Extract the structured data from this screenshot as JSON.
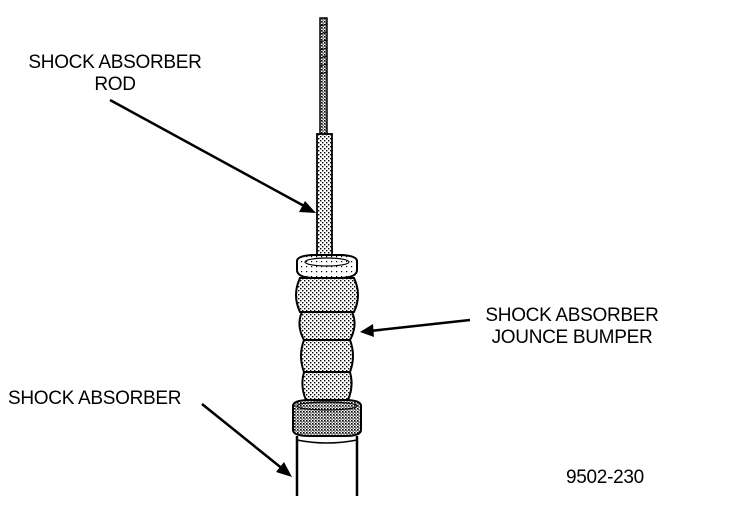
{
  "labels": {
    "rod": [
      "SHOCK ABSORBER",
      "ROD"
    ],
    "bumper": [
      "SHOCK ABSORBER",
      "JOUNCE BUMPER"
    ],
    "absorber": "SHOCK ABSORBER"
  },
  "figure_id": "9502-230"
}
